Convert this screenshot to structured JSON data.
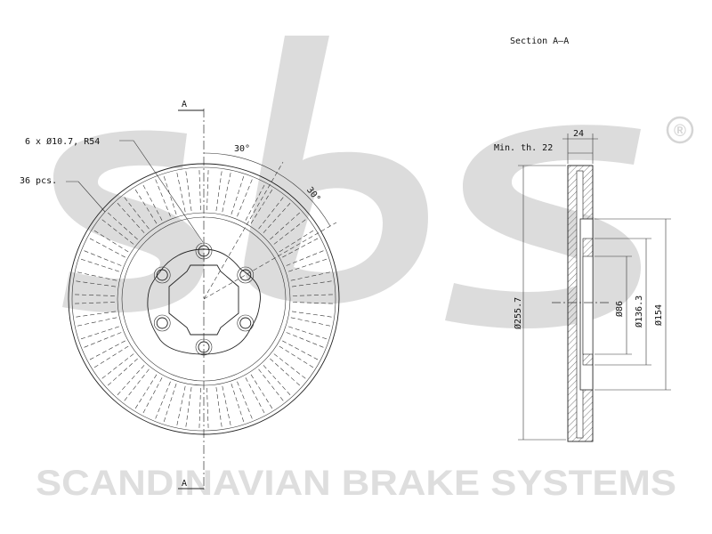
{
  "watermark": {
    "brand_text": "SCANDINAVIAN BRAKE SYSTEMS",
    "logo_text": "sbs",
    "registered_mark": "®",
    "colors": {
      "logo": "#d9d9d9",
      "text": "#dedede"
    }
  },
  "drawing": {
    "section_title": "Section A–A",
    "section_marker_top": "A",
    "section_marker_bottom": "A",
    "holes_label": "6 x Ø10.7, R54",
    "vanes_label": "36 pcs.",
    "angle_label_1": "30°",
    "angle_label_2": "30°",
    "min_thickness_label": "Min. th. 22",
    "thickness_value": "24",
    "dim_outer_diameter": "Ø255.7",
    "dim_center_bore": "Ø86",
    "dim_hat_inner": "Ø136.3",
    "dim_hat_outer": "Ø154",
    "colors": {
      "line": "#222222",
      "hatch": "#555555"
    }
  }
}
